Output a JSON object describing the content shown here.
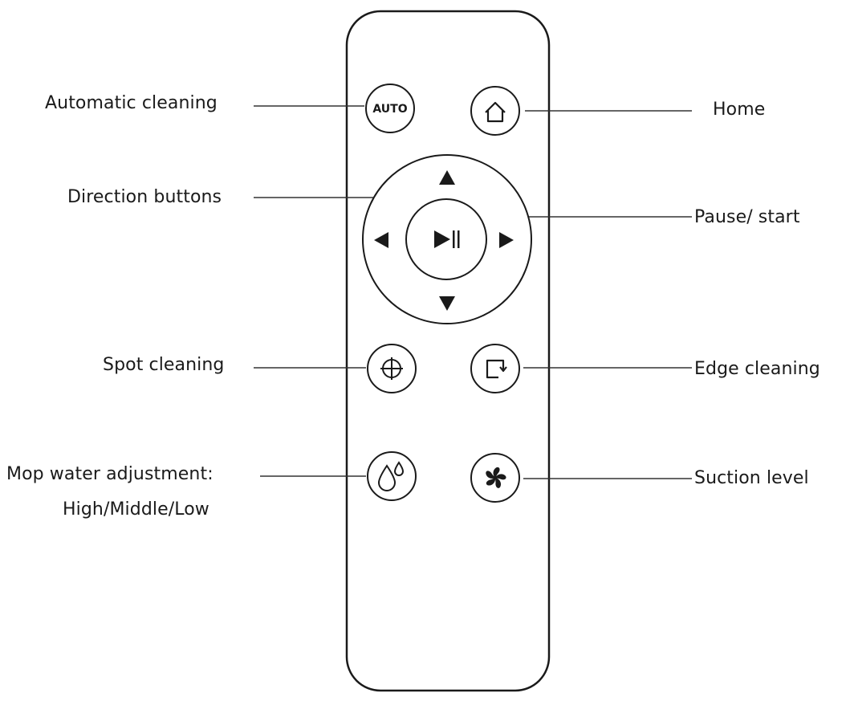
{
  "labels": {
    "auto": "Automatic cleaning",
    "home": "Home",
    "direction": "Direction buttons",
    "pause_start": "Pause/ start",
    "spot": "Spot cleaning",
    "edge": "Edge cleaning",
    "mop_line1": "Mop water adjustment:",
    "mop_line2": "High/Middle/Low",
    "suction": "Suction level"
  },
  "buttons": {
    "auto_text": "AUTO"
  },
  "icons": [
    "home-icon",
    "arrow-up-icon",
    "arrow-down-icon",
    "arrow-left-icon",
    "arrow-right-icon",
    "play-pause-icon",
    "crosshair-icon",
    "edge-icon",
    "water-drops-icon",
    "fan-icon"
  ],
  "colors": {
    "stroke": "#1a1a1a",
    "background": "#ffffff"
  }
}
